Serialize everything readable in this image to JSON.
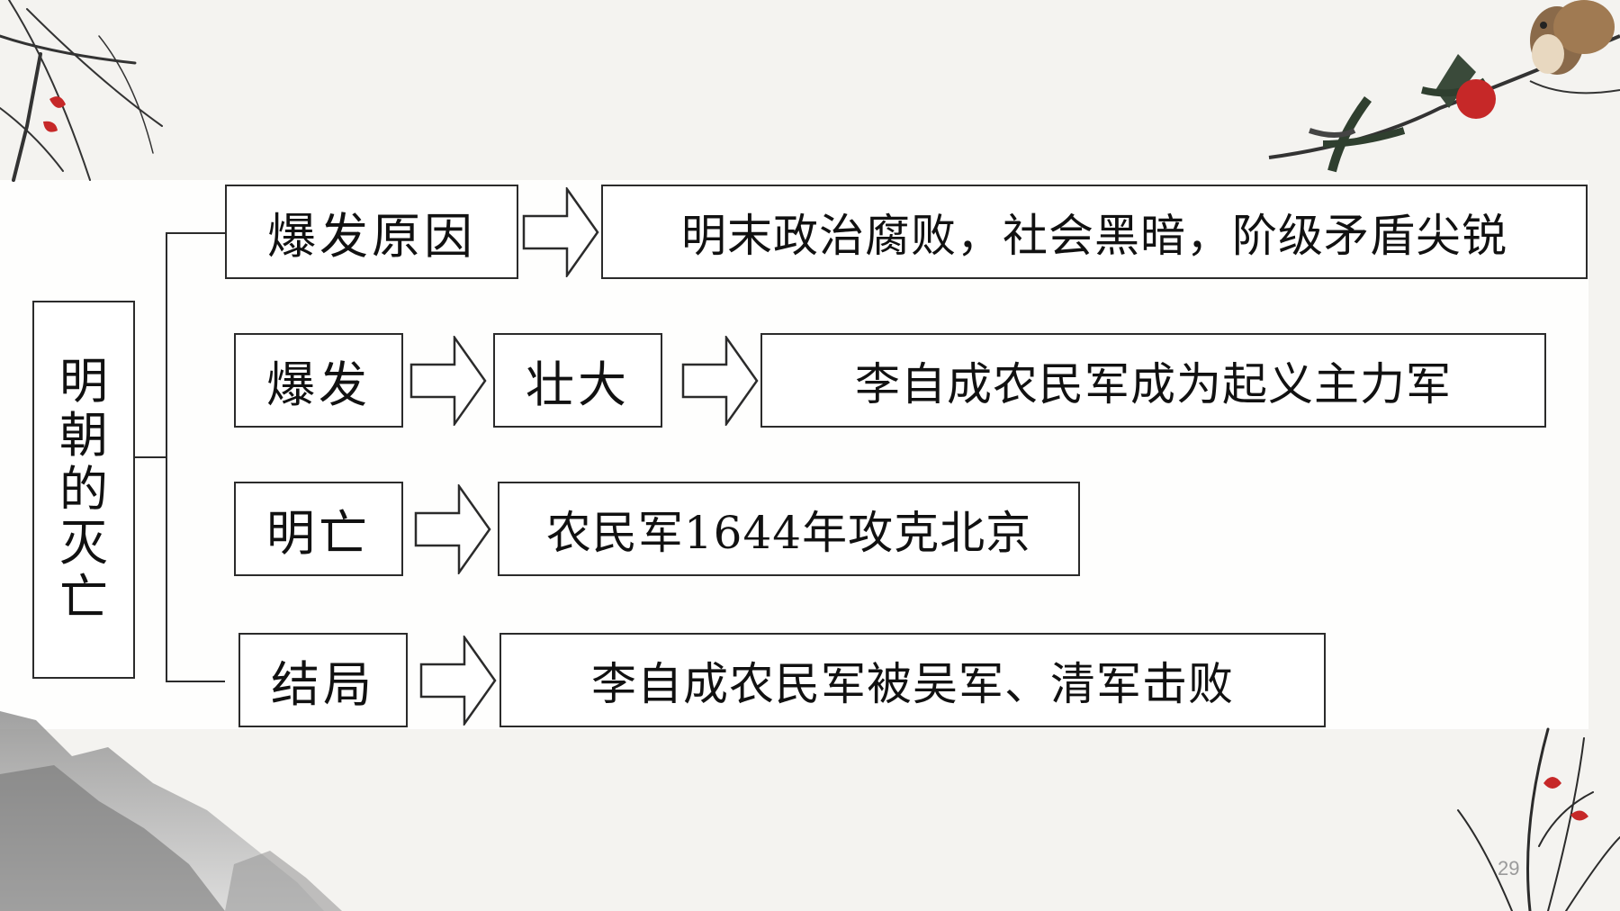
{
  "diagram": {
    "title_chars": [
      "明",
      "朝",
      "的",
      "灭",
      "亡"
    ],
    "rows": [
      {
        "label": "爆发原因",
        "results": [
          "明末政治腐败，社会黑暗，阶级矛盾尖锐"
        ]
      },
      {
        "label": "爆发",
        "results": [
          "壮大",
          "李自成农民军成为起义主力军"
        ]
      },
      {
        "label": "明亡",
        "results": [
          "农民军1644年攻克北京"
        ]
      },
      {
        "label": "结局",
        "results": [
          "李自成农民军被吴军、清军击败"
        ]
      }
    ]
  },
  "page_number": "29",
  "colors": {
    "ink": "#2b2b2b",
    "box_fill": "#ffffff",
    "paper": "#f4f3f0",
    "blossom": "#c62828"
  },
  "decorations": [
    "bamboo-branch",
    "bird-on-branch",
    "red-blossom",
    "ink-mountains",
    "orchid-plant"
  ]
}
